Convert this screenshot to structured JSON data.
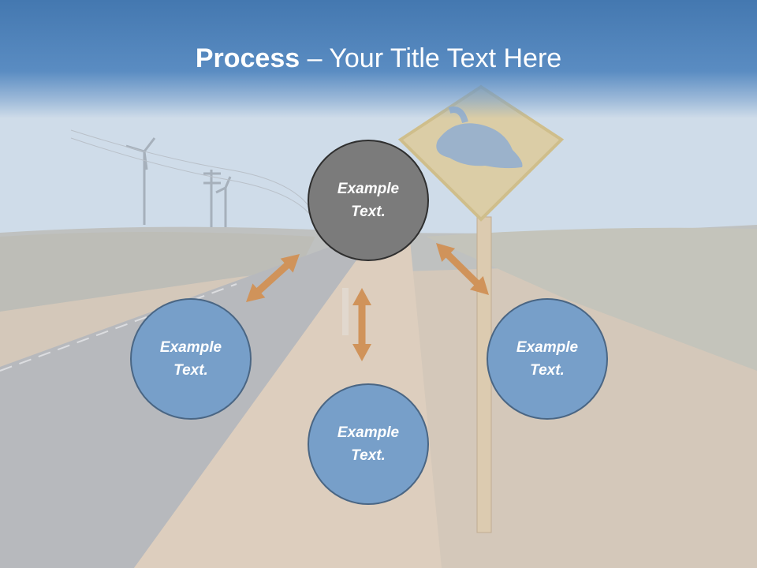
{
  "title": {
    "bold": "Process",
    "rest": " – Your Title Text Here"
  },
  "nodes": {
    "center": {
      "line1": "Example",
      "line2": "Text."
    },
    "left": {
      "line1": "Example",
      "line2": "Text."
    },
    "bottom": {
      "line1": "Example",
      "line2": "Text."
    },
    "right": {
      "line1": "Example",
      "line2": "Text."
    }
  },
  "colors": {
    "title_bar": "#4478b0",
    "node_blue": "#779fc9",
    "node_gray": "#7b7b7b",
    "arrow": "#d0935a"
  }
}
